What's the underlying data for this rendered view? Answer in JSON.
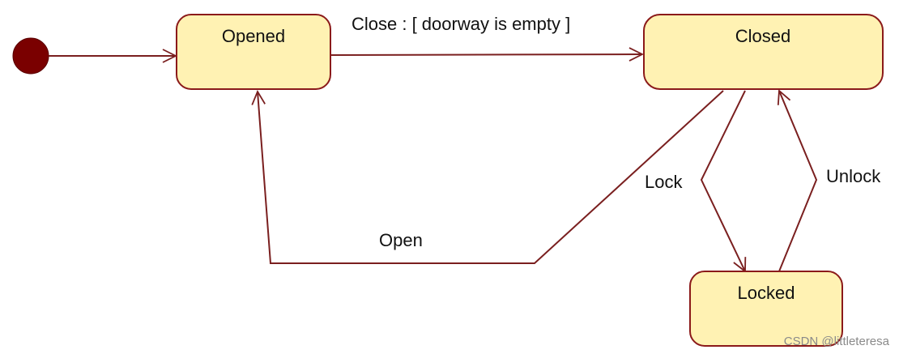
{
  "colors": {
    "state_fill": "#FFF2B3",
    "state_stroke": "#8B1A1A",
    "edge": "#7A1F1F",
    "initial_node": "#7A0000",
    "text": "#111111",
    "watermark": "#8A8A8A"
  },
  "states": {
    "opened": "Opened",
    "closed": "Closed",
    "locked": "Locked"
  },
  "transitions": {
    "close": "Close : [ doorway is empty ]",
    "open": "Open",
    "lock": "Lock",
    "unlock": "Unlock"
  },
  "watermark": "CSDN @littleteresa"
}
